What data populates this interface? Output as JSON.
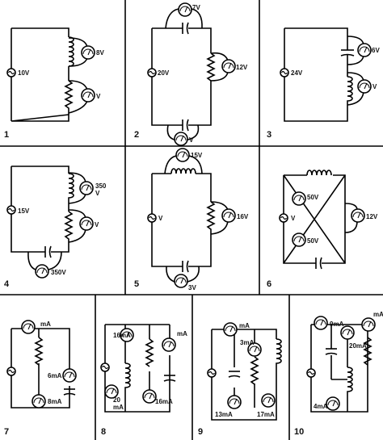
{
  "panels": [
    {
      "number": "1",
      "meters": [
        "10V",
        "8V",
        "V"
      ]
    },
    {
      "number": "2",
      "meters": [
        "7V",
        "20V",
        "12V",
        "V"
      ]
    },
    {
      "number": "3",
      "meters": [
        "24V",
        "6V",
        "V"
      ]
    },
    {
      "number": "4",
      "meters": [
        "15V",
        "350\nV",
        "V",
        "350V"
      ]
    },
    {
      "number": "5",
      "meters": [
        "15V",
        "V",
        "16V",
        "3V"
      ]
    },
    {
      "number": "6",
      "meters": [
        "50V",
        "V",
        "12V",
        "50V"
      ]
    },
    {
      "number": "7",
      "meters": [
        "mA",
        "6mA",
        "8mA"
      ]
    },
    {
      "number": "8",
      "meters": [
        "mA",
        "16mA",
        "20\nmA",
        "16mA"
      ]
    },
    {
      "number": "9",
      "meters": [
        "mA",
        "3mA",
        "13mA",
        "17mA"
      ]
    },
    {
      "number": "10",
      "meters": [
        "9mA",
        "mA",
        "20mA",
        "4mA"
      ]
    }
  ]
}
